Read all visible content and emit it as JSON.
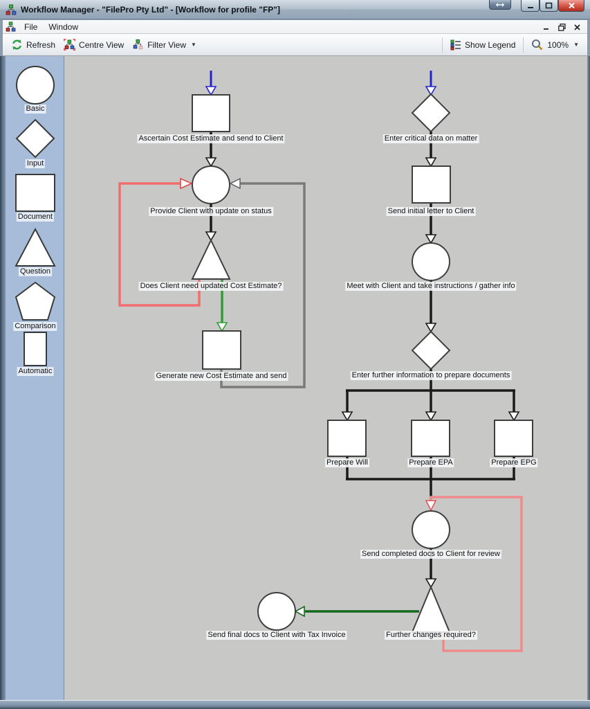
{
  "titlebar": {
    "title": "Workflow Manager - \"FilePro Pty Ltd\" - [Workflow for profile \"FP\"]",
    "icon": "org-chart-icon",
    "buttons": [
      "resize",
      "minimize",
      "maximize",
      "close"
    ]
  },
  "menubar": {
    "items": [
      "File",
      "Window"
    ],
    "mdi_controls": [
      "minimize",
      "restore",
      "close"
    ]
  },
  "toolbar": {
    "buttons": [
      {
        "label": "Refresh",
        "icon": "refresh-icon"
      },
      {
        "label": "Centre View",
        "icon": "centre-view-icon"
      },
      {
        "label": "Filter View",
        "icon": "filter-view-icon",
        "has_dropdown": true
      }
    ],
    "right": [
      {
        "label": "Show Legend",
        "icon": "legend-icon"
      },
      {
        "label": "100%",
        "icon": "magnifier-icon",
        "has_dropdown": true
      }
    ]
  },
  "legend": {
    "items": [
      {
        "shape": "circle",
        "label": "Basic"
      },
      {
        "shape": "diamond",
        "label": "Input"
      },
      {
        "shape": "square",
        "label": "Document"
      },
      {
        "shape": "triangle",
        "label": "Question"
      },
      {
        "shape": "pentagon",
        "label": "Comparison"
      },
      {
        "shape": "rectangle",
        "label": "Automatic"
      }
    ]
  },
  "workflow": {
    "nodes": [
      {
        "type": "document",
        "label": "Ascertain Cost Estimate and send to Client"
      },
      {
        "type": "basic",
        "label": "Provide Client with update on status"
      },
      {
        "type": "question",
        "label": "Does Client need updated Cost Estimate?"
      },
      {
        "type": "document",
        "label": "Generate new Cost Estimate and send"
      },
      {
        "type": "input",
        "label": "Enter critical data on matter"
      },
      {
        "type": "document",
        "label": "Send initial letter to Client"
      },
      {
        "type": "basic",
        "label": "Meet with Client and take instructions / gather info"
      },
      {
        "type": "input",
        "label": "Enter further information to prepare documents"
      },
      {
        "type": "document",
        "label": "Prepare Will"
      },
      {
        "type": "document",
        "label": "Prepare EPA"
      },
      {
        "type": "document",
        "label": "Prepare EPG"
      },
      {
        "type": "basic",
        "label": "Send completed docs to Client for review"
      },
      {
        "type": "question",
        "label": "Further changes required?"
      },
      {
        "type": "basic",
        "label": "Send final docs to Client with Tax Invoice"
      }
    ],
    "connector_colors": {
      "flow_black": "#1a1a1a",
      "entry_blue": "#2424cc",
      "branch_green": "#2f9e35",
      "done_green": "#15691c",
      "loop_red": "#f26d6d",
      "loop_pink": "#f08a8a",
      "loop_gray": "#7a7a7a"
    }
  }
}
